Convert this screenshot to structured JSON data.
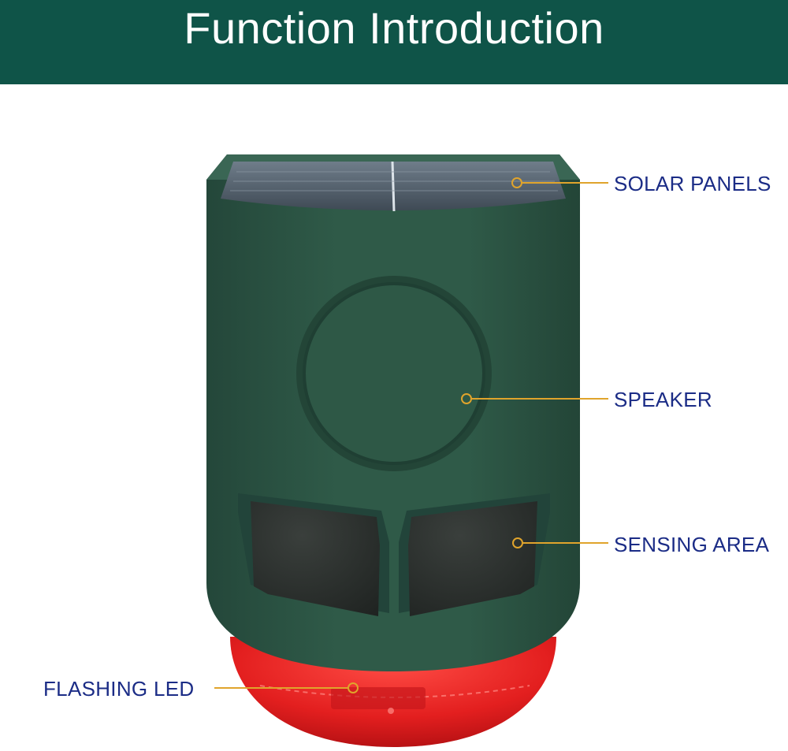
{
  "header": {
    "title": "Function Introduction",
    "background_color": "#0f5448",
    "text_color": "#ffffff"
  },
  "product": {
    "name_icon": "solar-alarm-device-icon",
    "body_color": "#2f5a47",
    "lens_color": "#e32020",
    "leader_line_color": "#e0a42c"
  },
  "callouts": {
    "label_color": "#1b2c86",
    "solar_panels": "SOLAR PANELS",
    "speaker": "SPEAKER",
    "sensing_area": "SENSING AREA",
    "flashing_led": "FLASHING LED"
  }
}
